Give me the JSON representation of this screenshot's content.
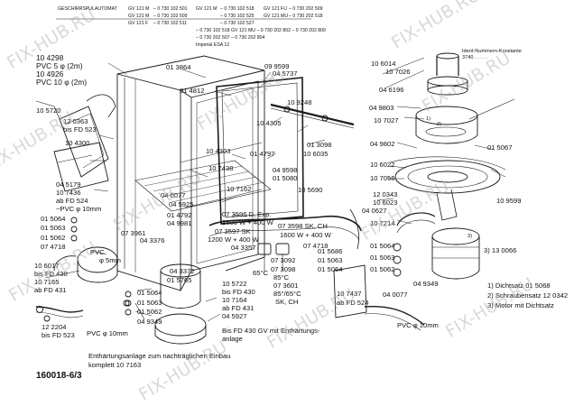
{
  "header": {
    "col1": [
      "GESCHIRRSPULAUTOMAT",
      "",
      ""
    ],
    "col2": [
      "GV 121 M",
      "GV 121 M",
      "GV 121 F"
    ],
    "col3": [
      "– 0 730 102 501",
      "– 0 730 102 509",
      "– 0 730 102 511"
    ],
    "col4": [
      "GV 121 M",
      "",
      ""
    ],
    "col5": [
      "– 0 730 102 518",
      "– 0 730 102 525",
      "– 0 730 102 527"
    ],
    "col6": [
      "GV 121 FU",
      "GV 121 MU",
      ""
    ],
    "col7": [
      "– 0 730 202 509",
      "– 0 730 202 518",
      ""
    ],
    "row2": "– 0 730 102 518   GV 121 MU   – 0 730 202 802   – 0 730 202 800",
    "row3": "– 0 730 202 507   – 0 730 202 804",
    "imperial": "Imperial ESA 12"
  },
  "ident": {
    "title": "Ident-Nummern-Konstante",
    "value": "3740 . . . . ."
  },
  "labels": {
    "a": "10 4298",
    "b": "PVC 5 φ (2m)",
    "c": "10 4926",
    "d": "PVC 10 φ (2m)",
    "e": "10 5720",
    "f": "12 0363",
    "g": "bis FD 523",
    "h": "10 4300",
    "i": "04 5179",
    "j": "10 7436",
    "k": "ab FD 524",
    "l": "~PVC φ 10mm",
    "m": "01 5064",
    "n": "01 5063",
    "o": "01 5062",
    "p": "07 4718",
    "q": "10 6017",
    "r": "bis FD 430",
    "s": "10 7165",
    "t": "ab FD 431",
    "u": "12 2204",
    "v": "bis FD 523",
    "w": "01 3864",
    "x": "01 4812",
    "y": "09 9599",
    "z": "04 5737",
    "aa": "10 4305",
    "ab": "10 4303",
    "ac": "10 7438",
    "ad": "01 4797",
    "ae": "01 3098",
    "af": "10 6035",
    "ag": "04 9598",
    "ah": "01 5080",
    "ai": "10 7162",
    "aj": "04 0077",
    "ak": "04 5925",
    "al": "10 5690",
    "am": "01 4792",
    "an": "04 9981",
    "ao": "07 3961",
    "ap": "04 3376",
    "aq": "PVC",
    "ar": "φ 5mm",
    "as": "04 3372",
    "at": "01 5765",
    "au": "01 5064",
    "av": "01 5063",
    "aw": "01 5062",
    "ax": "04 9349",
    "ay": "PVC φ 10mm",
    "az": "07 3596 D, Exp.",
    "ba": "2500 W + 400 W",
    "bb": "07 3597 SK",
    "bc": "1200 W + 400 W",
    "bd": "07 3598 SK, CH",
    "be": "1600 W + 400 W",
    "bf": "04 3357",
    "bg": "07 4718",
    "bh": "07 3092",
    "bi": "07 3098",
    "bj": "65°C",
    "bk": "85°C",
    "bl": "07 3601",
    "bm": "85°/65°C",
    "bn": "SK, CH",
    "bo": "10 5722",
    "bp": "bis FD 430",
    "bq": "10 7164",
    "br": "ab FD 431",
    "bs": "04 5927",
    "bt": "01 5686",
    "bu": "01 5063",
    "bv": "01 5064",
    "bw": "10 9248",
    "bx": "10 6014",
    "by": "10 7026",
    "bz": "04 6196",
    "ca": "04 9803",
    "cb": "10 7027",
    "cc": "04 9802",
    "cd": "01 5067",
    "ce": "10 6022",
    "cf": "10 7056",
    "cg": "12 0343",
    "ch": "10 6023",
    "ci": "04 0627",
    "cj": "10 9599",
    "ck": "10 7214",
    "cl": "01 5064",
    "cm": "01 5063",
    "cn": "01 5062",
    "co": "04 9349",
    "cp": "3) 13 0066",
    "cq": "10 7437",
    "cr": "ab FD 524",
    "cs": "04 0077",
    "ct": "PVC φ 10mm",
    "cu": "1)",
    "cv": "2)",
    "cw": "3)"
  },
  "legend": {
    "l1": "1) Dichtsatz 01 5068",
    "l2": "2) Schraubensatz 12 0342",
    "l3": "3) Motor mit Dichtsatz"
  },
  "notes": {
    "bisFD": "Bis FD 430 GV mit Enthärtungs-",
    "anlage": "anlage",
    "ent1": "Enthärtungsanlage zum nachträglichen Einbau",
    "ent2": "komplett 10 7163"
  },
  "footer": {
    "code": "160018-6/3"
  },
  "watermark": {
    "text": "FIX-HUB.RU"
  }
}
